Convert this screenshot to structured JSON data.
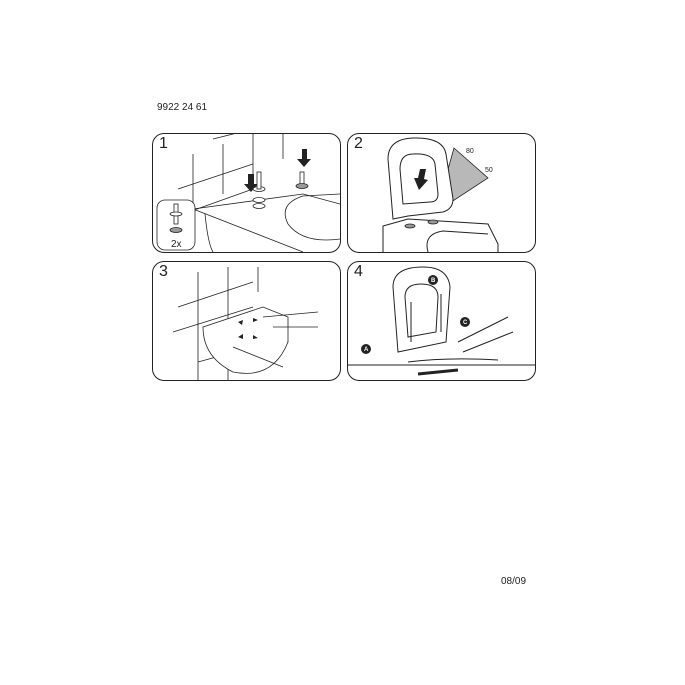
{
  "document": {
    "article_number": "9922 24 61",
    "date_code": "08/09"
  },
  "steps": [
    {
      "number": "1",
      "inset_quantity": "2x"
    },
    {
      "number": "2",
      "dimensions": [
        "80",
        "50"
      ]
    },
    {
      "number": "3"
    },
    {
      "number": "4",
      "callouts": [
        "A",
        "B",
        "C"
      ]
    }
  ],
  "colors": {
    "line": "#222222",
    "shade": "#b8b8b8"
  }
}
